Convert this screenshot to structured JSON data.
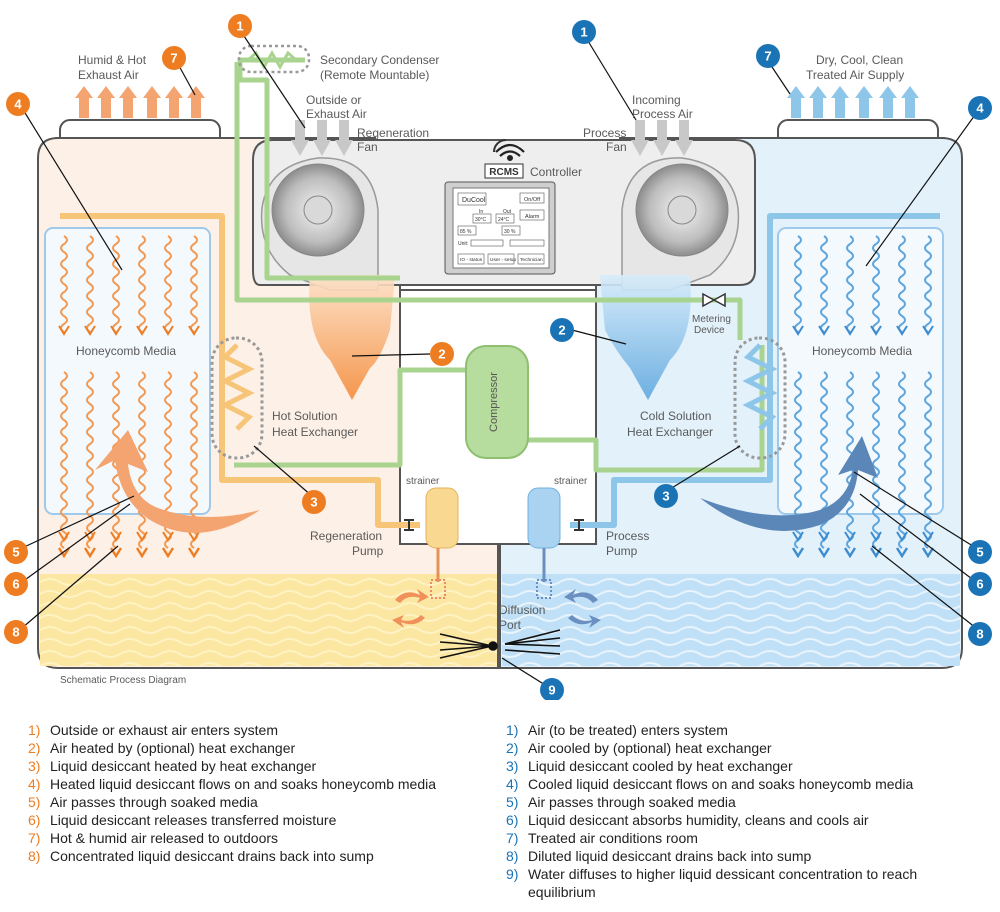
{
  "diagram": {
    "caption": "Schematic Process Diagram",
    "labels": {
      "humid_hot_exhaust_1": "Humid & Hot",
      "humid_hot_exhaust_2": "Exhaust Air",
      "secondary_condenser_1": "Secondary Condenser",
      "secondary_condenser_2": "(Remote Mountable)",
      "outside_exhaust_1": "Outside or",
      "outside_exhaust_2": "Exhaust Air",
      "regen_fan_1": "Regeneration",
      "regen_fan_2": "Fan",
      "controller": "Controller",
      "rcms": "RCMS",
      "incoming_1": "Incoming",
      "incoming_2": "Process Air",
      "process_fan_1": "Process",
      "process_fan_2": "Fan",
      "dry_cool_1": "Dry, Cool, Clean",
      "dry_cool_2": "Treated Air Supply",
      "honeycomb_left": "Honeycomb Media",
      "honeycomb_right": "Honeycomb Media",
      "metering_1": "Metering",
      "metering_2": "Device",
      "compressor": "Compressor",
      "hot_hx_1": "Hot Solution",
      "hot_hx_2": "Heat Exchanger",
      "cold_hx_1": "Cold Solution",
      "cold_hx_2": "Heat Exchanger",
      "strainer_left": "strainer",
      "strainer_right": "strainer",
      "regen_pump_1": "Regeneration",
      "regen_pump_2": "Pump",
      "process_pump_1": "Process",
      "process_pump_2": "Pump",
      "diffusion_1": "Diffusion",
      "diffusion_2": "Port"
    },
    "screen": {
      "title": "DuCool",
      "on_off": "On/Off",
      "in_label": "In",
      "out_label": "Out",
      "in_temp": "30°C",
      "out_temp": "24°C",
      "alarm": "Alarm",
      "in_rh": "85 %",
      "out_rh": "30 %",
      "unit": "Unit:",
      "io_status": "IO - status",
      "user_setup": "User - setup",
      "technician": "Technician"
    },
    "badges": {
      "orange": [
        "1",
        "2",
        "3",
        "4",
        "5",
        "6",
        "7",
        "8"
      ],
      "blue": [
        "1",
        "2",
        "3",
        "4",
        "5",
        "6",
        "7",
        "8",
        "9"
      ]
    },
    "colors": {
      "orange": "#ee7d22",
      "blue": "#1a73b5",
      "green_pipe": "#a9d48f",
      "hot_pipe": "#f7c578",
      "cold_pipe": "#8ec6ea"
    }
  },
  "legend_left": [
    {
      "num": "1)",
      "text": "Outside or exhaust air enters system"
    },
    {
      "num": "2)",
      "text": "Air heated by (optional) heat exchanger"
    },
    {
      "num": "3)",
      "text": "Liquid desiccant heated by heat exchanger"
    },
    {
      "num": "4)",
      "text": "Heated liquid desiccant flows on and soaks honeycomb media"
    },
    {
      "num": "5)",
      "text": "Air passes through soaked media"
    },
    {
      "num": "6)",
      "text": "Liquid desiccant releases transferred moisture"
    },
    {
      "num": "7)",
      "text": "Hot & humid air released to outdoors"
    },
    {
      "num": "8)",
      "text": "Concentrated liquid desiccant drains back into sump"
    }
  ],
  "legend_right": [
    {
      "num": "1)",
      "text": "Air (to be treated) enters system"
    },
    {
      "num": "2)",
      "text": "Air cooled by (optional) heat exchanger"
    },
    {
      "num": "3)",
      "text": "Liquid desiccant cooled by heat exchanger"
    },
    {
      "num": "4)",
      "text": "Cooled liquid desiccant flows on and soaks honeycomb media"
    },
    {
      "num": "5)",
      "text": "Air passes through soaked media"
    },
    {
      "num": "6)",
      "text": "Liquid desiccant absorbs humidity, cleans and cools air"
    },
    {
      "num": "7)",
      "text": "Treated air conditions room"
    },
    {
      "num": "8)",
      "text": "Diluted liquid desiccant drains back into sump"
    },
    {
      "num": "9)",
      "text": "Water diffuses to higher liquid dessicant concentration to reach equilibrium"
    }
  ]
}
